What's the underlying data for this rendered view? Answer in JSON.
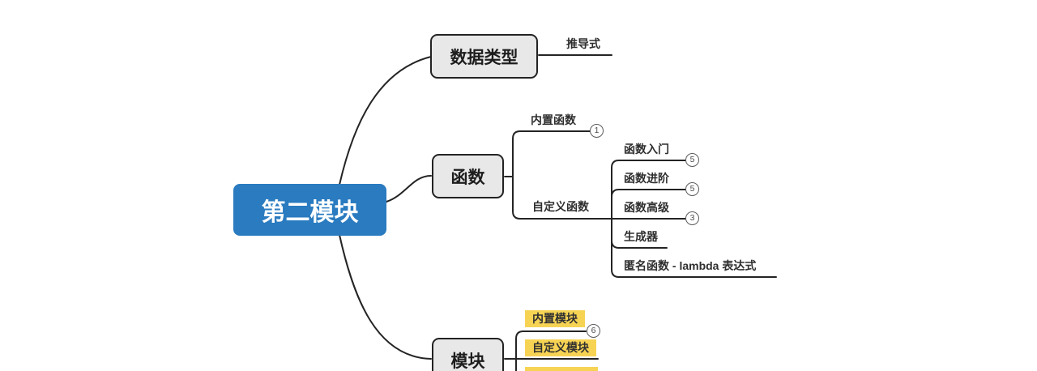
{
  "colors": {
    "root_bg": "#2a7bc0",
    "topic_bg": "#e8e8e8",
    "topic_border": "#232323",
    "line": "#242424",
    "highlight": "#f7d354",
    "badge_border": "#5b5b5b"
  },
  "root": {
    "label": "第二模块"
  },
  "branches": [
    {
      "label": "数据类型",
      "children": [
        {
          "label": "推导式"
        }
      ]
    },
    {
      "label": "函数",
      "children": [
        {
          "label": "内置函数",
          "badge": "1"
        },
        {
          "label": "自定义函数",
          "children": [
            {
              "label": "函数入门",
              "badge": "5"
            },
            {
              "label": "函数进阶",
              "badge": "5"
            },
            {
              "label": "函数高级",
              "badge": "3"
            },
            {
              "label": "生成器"
            },
            {
              "label": "匿名函数 - lambda 表达式"
            }
          ]
        }
      ]
    },
    {
      "label": "模块",
      "children": [
        {
          "label": "内置模块",
          "badge": "6",
          "highlighted": true
        },
        {
          "label": "自定义模块",
          "highlighted": true
        },
        {
          "label": "",
          "highlighted": true
        }
      ]
    }
  ]
}
